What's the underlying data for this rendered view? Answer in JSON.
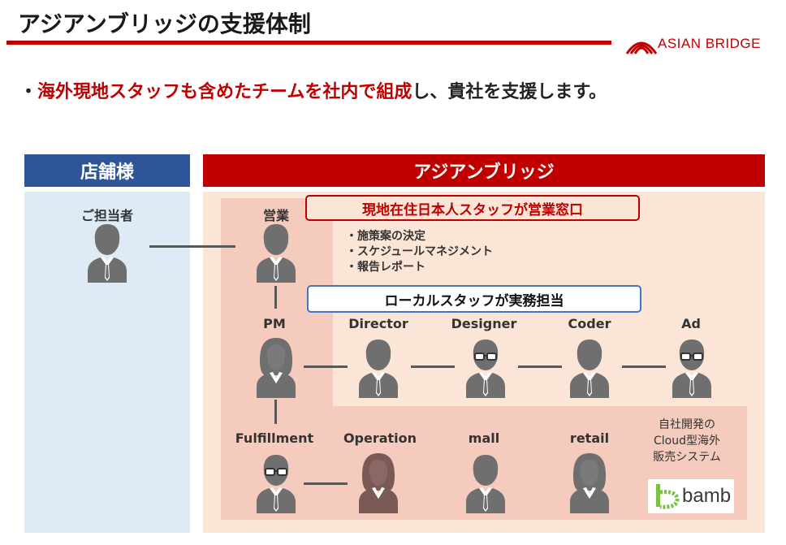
{
  "page": {
    "title": "アジアンブリッジの支援体制",
    "logo_text": "ASIAN BRIDGE",
    "bullet_prefix": "・",
    "bullet_highlight": "海外現地スタッフも含めたチームを社内で組成",
    "bullet_rest": "し、貴社を支援します。"
  },
  "left_panel": {
    "header": "店舗様",
    "person_label": "ご担当者"
  },
  "right_panel": {
    "header": "アジアンブリッジ",
    "sales_label": "営業",
    "japanese_staff_box": "現地在住日本人スタッフが営業窓口",
    "tasks": [
      "・施策案の決定",
      "・スケジュールマネジメント",
      "・報告レポート"
    ],
    "local_staff_box": "ローカルスタッフが実務担当",
    "row1_roles": [
      "PM",
      "Director",
      "Designer",
      "Coder",
      "Ad"
    ],
    "row2_roles": [
      "Fulfillment",
      "Operation",
      "mall",
      "retail"
    ],
    "system_text_lines": [
      "自社開発の",
      "Cloud型海外",
      "販売システム"
    ],
    "system_logo_text": "bamb"
  },
  "colors": {
    "accent_red": "#c00000",
    "client_blue": "#2e5597",
    "client_panel": "#deebf7",
    "ab_panel": "#fbe5d6",
    "ab_band": "#f4cbbc",
    "person_gray": "#6f6f6f",
    "person_female_brown": "#7b5a56",
    "local_box_blue": "#4472c4",
    "logo_green": "#7cc242"
  },
  "icons": {
    "person": "person-with-tie-icon",
    "person_glasses": "person-with-glasses-icon",
    "person_female": "female-person-icon",
    "logo": "asian-bridge-arch-logo",
    "bamb_logo": "bamb-b-logo"
  }
}
